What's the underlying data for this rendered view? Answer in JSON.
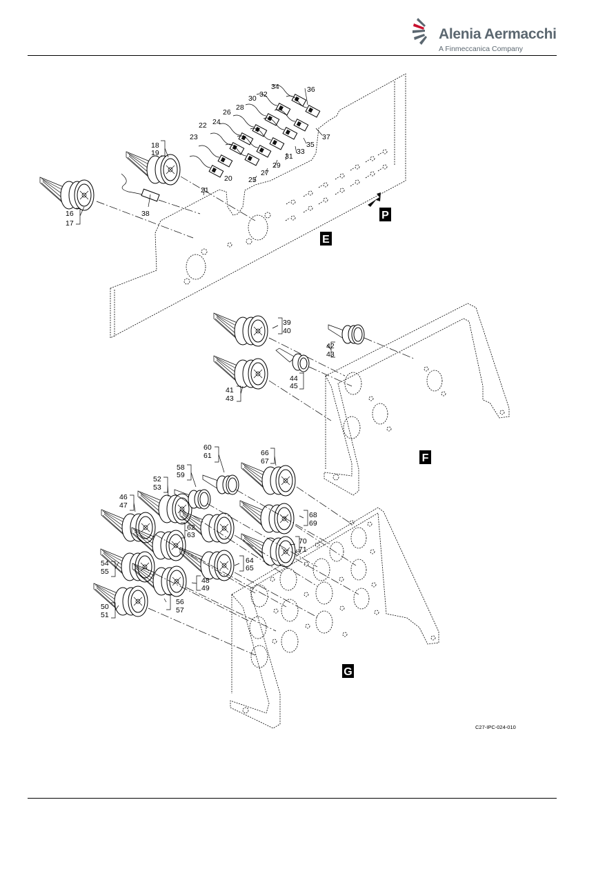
{
  "header": {
    "brand_name": "Alenia Aermacchi",
    "brand_tagline": "A Finmeccanica Company",
    "brand_color": "#5b6770",
    "accent_color": "#c8102e",
    "logo_icon": "alenia-swoosh-logo-icon"
  },
  "figure_code": "C27-IPC-024-010",
  "views": {
    "E": "E",
    "F": "F",
    "G": "G",
    "P": "P"
  },
  "callouts": {
    "c16": "16",
    "c17": "17",
    "c18": "18",
    "c19": "19",
    "c20": "20",
    "c21": "21",
    "c22": "22",
    "c23": "23",
    "c24": "24",
    "c25": "25",
    "c26": "26",
    "c27": "27",
    "c28": "28",
    "c29": "29",
    "c30": "30",
    "c31": "31",
    "c32": "32",
    "c33": "33",
    "c34": "34",
    "c35": "35",
    "c36": "36",
    "c37": "37",
    "c38": "38",
    "c39": "39",
    "c40": "40",
    "c41": "41",
    "c42": "42",
    "c43a": "43",
    "c43b": "43",
    "c44": "44",
    "c45": "45",
    "c46": "46",
    "c47": "47",
    "c48": "48",
    "c49": "49",
    "c50": "50",
    "c51": "51",
    "c52": "52",
    "c53": "53",
    "c54": "54",
    "c55": "55",
    "c56": "56",
    "c57": "57",
    "c58": "58",
    "c59": "59",
    "c60": "60",
    "c61": "61",
    "c62": "62",
    "c63": "63",
    "c64": "64",
    "c65": "65",
    "c66": "66",
    "c67": "67",
    "c68": "68",
    "c69": "69",
    "c70": "70",
    "c71": "71"
  }
}
